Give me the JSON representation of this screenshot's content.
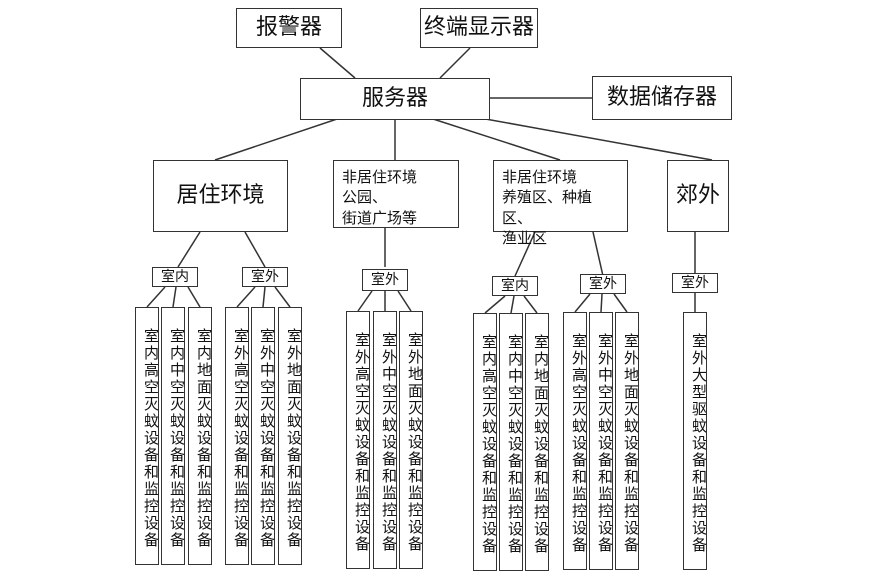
{
  "top": {
    "alarm": "报警器",
    "terminal_display": "终端显示器",
    "server": "服务器",
    "data_storage": "数据储存器"
  },
  "zones": {
    "residential": "居住环境",
    "non_residential_park": "非居住环境\n公园、\n街道广场等",
    "non_residential_farm": "非居住环境\n养殖区、种植区、\n渔业区",
    "suburb": "郊外"
  },
  "tags": {
    "res_indoor": "室内",
    "res_outdoor": "室外",
    "park_outdoor": "室外",
    "farm_indoor": "室内",
    "farm_outdoor": "室外",
    "suburb_outdoor": "室外"
  },
  "devices": {
    "res_in_high": "室内高空灭蚊设备和监控设备",
    "res_in_mid": "室内中空灭蚊设备和监控设备",
    "res_in_ground": "室内地面灭蚊设备和监控设备",
    "res_out_high": "室外高空灭蚊设备和监控设备",
    "res_out_mid": "室外中空灭蚊设备和监控设备",
    "res_out_ground": "室外地面灭蚊设备和监控设备",
    "park_out_high": "室外高空灭蚊设备和监控设备",
    "park_out_mid": "室外中空灭蚊设备和监控设备",
    "park_out_ground": "室外地面灭蚊设备和监控设备",
    "farm_in_high": "室内高空灭蚊设备和监控设备",
    "farm_in_mid": "室内中空灭蚊设备和监控设备",
    "farm_in_ground": "室内地面灭蚊设备和监控设备",
    "farm_out_high": "室外高空灭蚊设备和监控设备",
    "farm_out_mid": "室外中空灭蚊设备和监控设备",
    "farm_out_ground": "室外地面灭蚊设备和监控设备",
    "suburb_out_large": "室外大型驱蚊设备和监控设备"
  }
}
